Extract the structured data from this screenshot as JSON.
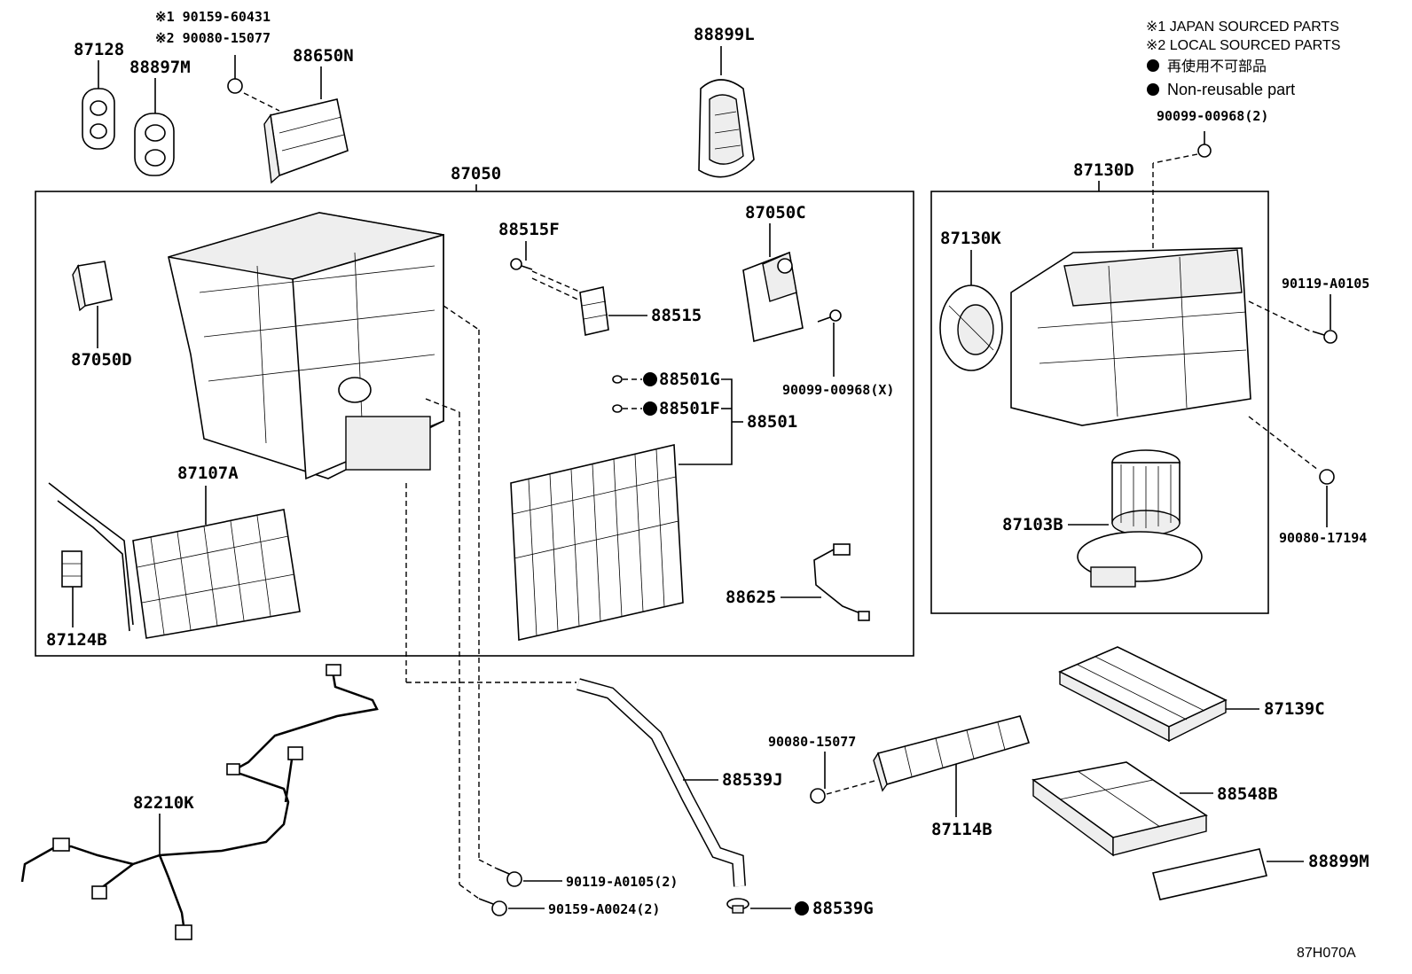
{
  "notes": {
    "japan": "※1 JAPAN SOURCED PARTS",
    "local": "※2 LOCAL SOURCED PARTS",
    "non_reuse_jp": "再使用不可部品",
    "non_reuse_en": "Non-reusable part"
  },
  "variants": {
    "v1": "※1 90159-60431",
    "v2": "※2 90080-15077"
  },
  "parts": {
    "p87128": "87128",
    "p88897M": "88897M",
    "p88650N": "88650N",
    "p88899L": "88899L",
    "p87050": "87050",
    "p87130D": "87130D",
    "p90099_00968_2": "90099-00968(2)",
    "p87050D": "87050D",
    "p88515F": "88515F",
    "p88515": "88515",
    "p87050C": "87050C",
    "p90099_00968_X": "90099-00968(X)",
    "p88501G": "88501G",
    "p88501F": "88501F",
    "p88501": "88501",
    "p87107A": "87107A",
    "p87124B": "87124B",
    "p88625": "88625",
    "p87130K": "87130K",
    "p90119_A0105": "90119-A0105",
    "p90080_17194": "90080-17194",
    "p87103B": "87103B",
    "p87139C": "87139C",
    "p90080_15077": "90080-15077",
    "p88539J": "88539J",
    "p88548B": "88548B",
    "p87114B": "87114B",
    "p82210K": "82210K",
    "p88899M": "88899M",
    "p90119_A0105_2": "90119-A0105(2)",
    "p90159_A0024_2": "90159-A0024(2)",
    "p88539G": "88539G"
  },
  "diagram_code": "87H070A"
}
